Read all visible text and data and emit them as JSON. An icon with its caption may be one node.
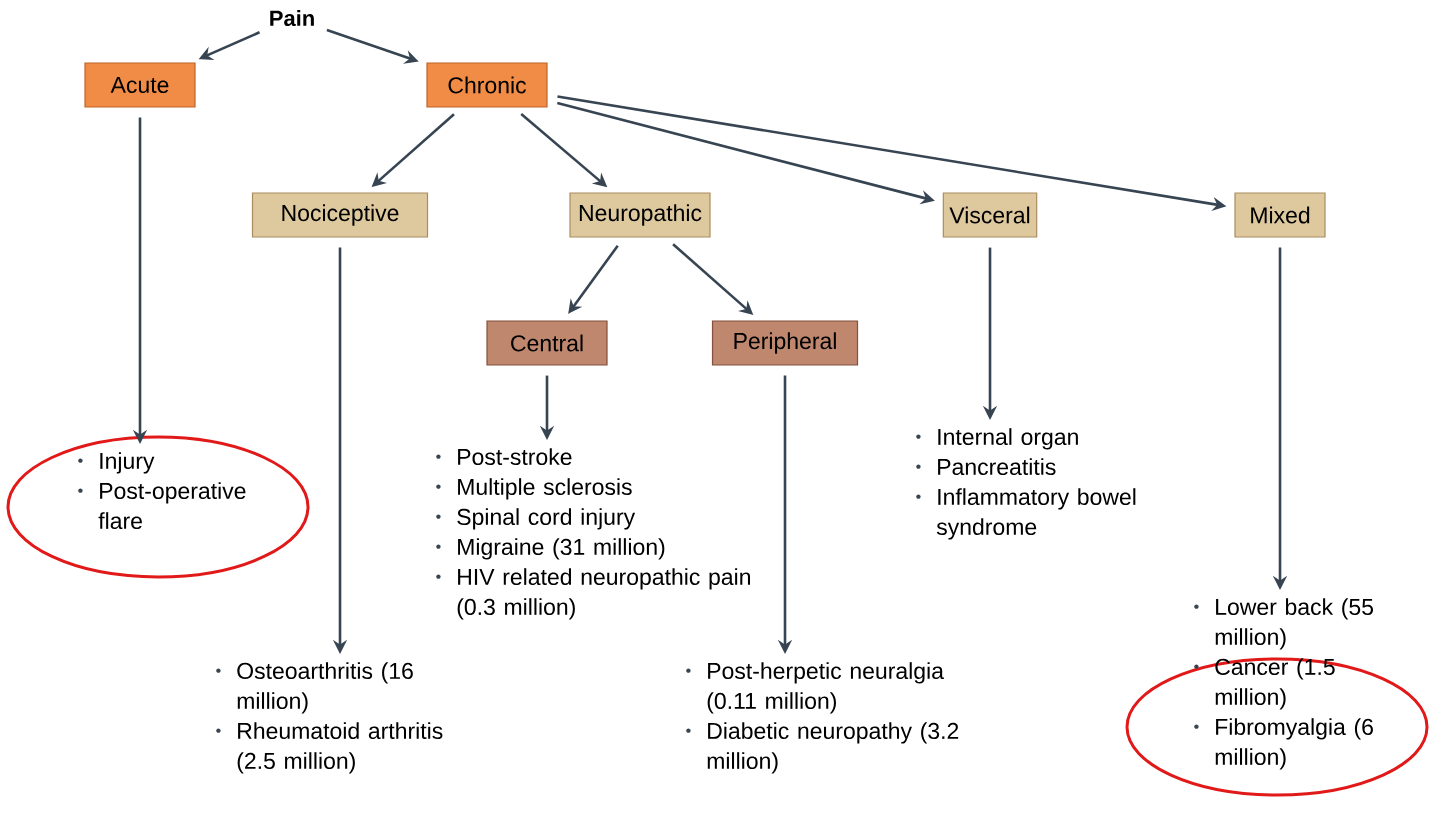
{
  "diagram": {
    "nodes": [
      {
        "text": [
          "Pain"
        ]
      },
      {
        "text": [
          "Acute"
        ]
      },
      {
        "text": [
          "Chronic"
        ]
      },
      {
        "text": [
          "Nociceptive"
        ]
      },
      {
        "text": [
          "Neuropathic"
        ]
      },
      {
        "text": [
          "Visceral"
        ]
      },
      {
        "text": [
          "Mixed"
        ]
      },
      {
        "text": [
          "Central"
        ]
      },
      {
        "text": [
          "Peripheral"
        ]
      },
      {
        "text": [
          "Injury",
          "Post-operative flare"
        ]
      },
      {
        "text": [
          "Osteoarthritis (16 million)",
          "Rheumatoid arthritis (2.5 million)"
        ]
      },
      {
        "text": [
          "Post-stroke",
          "Multiple sclerosis",
          "Spinal cord injury",
          "Migraine (31 million)",
          "HIV related neuropathic pain (0.3 million)"
        ]
      },
      {
        "text": [
          "Post-herpetic neuralgia (0.11 million)",
          "Diabetic neuropathy (3.2 million)"
        ]
      },
      {
        "text": [
          "Internal organ",
          "Pancreatitis",
          "Inflammatory bowel syndrome"
        ]
      },
      {
        "text": [
          "Lower back (55 million)",
          "Cancer (1.5 million)",
          "Fibromyalgia (6 million)"
        ]
      }
    ],
    "edges": [
      {
        "from": 0,
        "to": 1,
        "arrow": "to"
      },
      {
        "from": 0,
        "to": 2,
        "arrow": "to"
      },
      {
        "from": 2,
        "to": 3,
        "arrow": "to"
      },
      {
        "from": 2,
        "to": 4,
        "arrow": "to"
      },
      {
        "from": 2,
        "to": 5,
        "arrow": "to"
      },
      {
        "from": 2,
        "to": 6,
        "arrow": "to"
      },
      {
        "from": 4,
        "to": 7,
        "arrow": "to"
      },
      {
        "from": 4,
        "to": 8,
        "arrow": "to"
      },
      {
        "from": 1,
        "to": 9,
        "arrow": "to"
      },
      {
        "from": 3,
        "to": 10,
        "arrow": "to"
      },
      {
        "from": 7,
        "to": 11,
        "arrow": "to"
      },
      {
        "from": 8,
        "to": 12,
        "arrow": "to"
      },
      {
        "from": 5,
        "to": 13,
        "arrow": "to"
      },
      {
        "from": 6,
        "to": 14,
        "arrow": "to"
      }
    ]
  }
}
